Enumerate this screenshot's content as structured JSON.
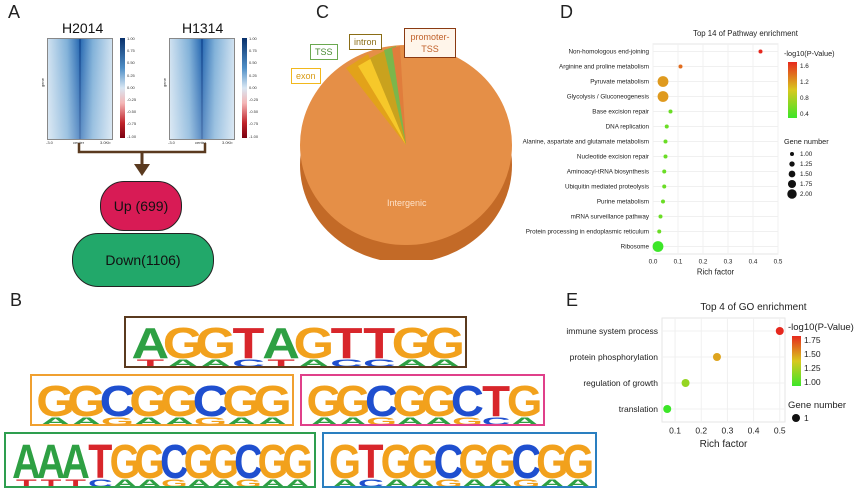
{
  "panels": {
    "a": "A",
    "b": "B",
    "c": "C",
    "d": "D",
    "e": "E"
  },
  "heatmaps": [
    {
      "title": "H2014",
      "ticks": [
        "1.00",
        "0.75",
        "0.50",
        "0.25",
        "0.00",
        "-0.25",
        "-0.50",
        "-0.75",
        "-1.00"
      ],
      "ylabel": "gene",
      "xlabels": [
        "-3.0",
        "center",
        "3.0Kb"
      ]
    },
    {
      "title": "H1314",
      "ticks": [
        "1.00",
        "0.75",
        "0.50",
        "0.25",
        "0.00",
        "-0.25",
        "-0.50",
        "-0.75",
        "-1.00"
      ],
      "ylabel": "gene",
      "xlabels": [
        "-3.0",
        "center",
        "3.0Kb"
      ]
    }
  ],
  "regulation": {
    "up": "Up (699)",
    "down": "Down(1106)",
    "up_color": "#d81b55",
    "down_color": "#22a86a"
  },
  "pie": {
    "slices": [
      {
        "name": "Intergenic",
        "color": "#e58f47"
      },
      {
        "name": "exon",
        "color": "#f2b81c"
      },
      {
        "name": "intron",
        "color": "#c9a21e"
      },
      {
        "name": "TSS",
        "color": "#7bb64b"
      },
      {
        "name": "promoter-TSS",
        "color": "#e07d3c"
      }
    ]
  },
  "motifs": [
    {
      "seq": "AGGTAGTTGG",
      "border": "#5a3a1f"
    },
    {
      "seq": "GGCGGCGG",
      "border": "#f0a030"
    },
    {
      "seq": "GGCGGCTG",
      "border": "#e0408a"
    },
    {
      "seq": "AAATGGCGGCGG",
      "border": "#2e9e4f"
    },
    {
      "seq": "GTGGCGGCGG",
      "border": "#2a7fc0"
    }
  ],
  "base_colors": {
    "A": "#2ea043",
    "C": "#1f4fcf",
    "G": "#f2a11c",
    "T": "#d8262b"
  },
  "chart_data": [
    {
      "type": "scatter",
      "title": "Top 14 of Pathway enrichment",
      "xlabel": "Rich factor",
      "xlim": [
        0,
        0.5
      ],
      "xticks": [
        "0.0",
        "0.1",
        "0.2",
        "0.3",
        "0.4",
        "0.5"
      ],
      "categories": [
        "Non-homologous end-joining",
        "Arginine and proline metabolism",
        "Pyruvate metabolism",
        "Glycolysis / Gluconeogenesis",
        "Base excision repair",
        "DNA replication",
        "Alanine, aspartate and glutamate metabolism",
        "Nucleotide excision repair",
        "Aminoacyl-tRNA biosynthesis",
        "Ubiquitin mediated proteolysis",
        "Purine metabolism",
        "mRNA surveillance pathway",
        "Protein processing in endoplasmic reticulum",
        "Ribosome"
      ],
      "x": [
        0.43,
        0.11,
        0.04,
        0.04,
        0.07,
        0.055,
        0.05,
        0.05,
        0.045,
        0.045,
        0.04,
        0.03,
        0.025,
        0.02
      ],
      "gene_number": [
        1,
        1,
        2,
        2,
        1,
        1,
        1,
        1,
        1,
        1,
        1,
        1,
        1,
        2
      ],
      "neglog10p": [
        1.7,
        1.4,
        1.2,
        1.2,
        0.5,
        0.5,
        0.5,
        0.5,
        0.5,
        0.5,
        0.5,
        0.5,
        0.5,
        0.3
      ],
      "color_legend": {
        "title": "-log10(P-Value)",
        "ticks": [
          "1.6",
          "1.2",
          "0.8",
          "0.4"
        ]
      },
      "size_legend": {
        "title": "Gene number",
        "values": [
          "1.00",
          "1.25",
          "1.50",
          "1.75",
          "2.00"
        ]
      }
    },
    {
      "type": "scatter",
      "title": "Top 4 of GO enrichment",
      "xlabel": "Rich factor",
      "xlim": [
        0.05,
        0.52
      ],
      "xticks": [
        "0.1",
        "0.2",
        "0.3",
        "0.4",
        "0.5"
      ],
      "categories": [
        "immune system process",
        "protein phosphorylation",
        "regulation of growth",
        "translation"
      ],
      "x": [
        0.5,
        0.26,
        0.14,
        0.07
      ],
      "gene_number": [
        1,
        1,
        1,
        1
      ],
      "neglog10p": [
        1.9,
        1.55,
        1.25,
        1.0
      ],
      "color_legend": {
        "title": "-log10(P-Value)",
        "ticks": [
          "1.75",
          "1.50",
          "1.25",
          "1.00"
        ]
      },
      "size_legend": {
        "title": "Gene number",
        "values": [
          "1"
        ]
      }
    }
  ]
}
